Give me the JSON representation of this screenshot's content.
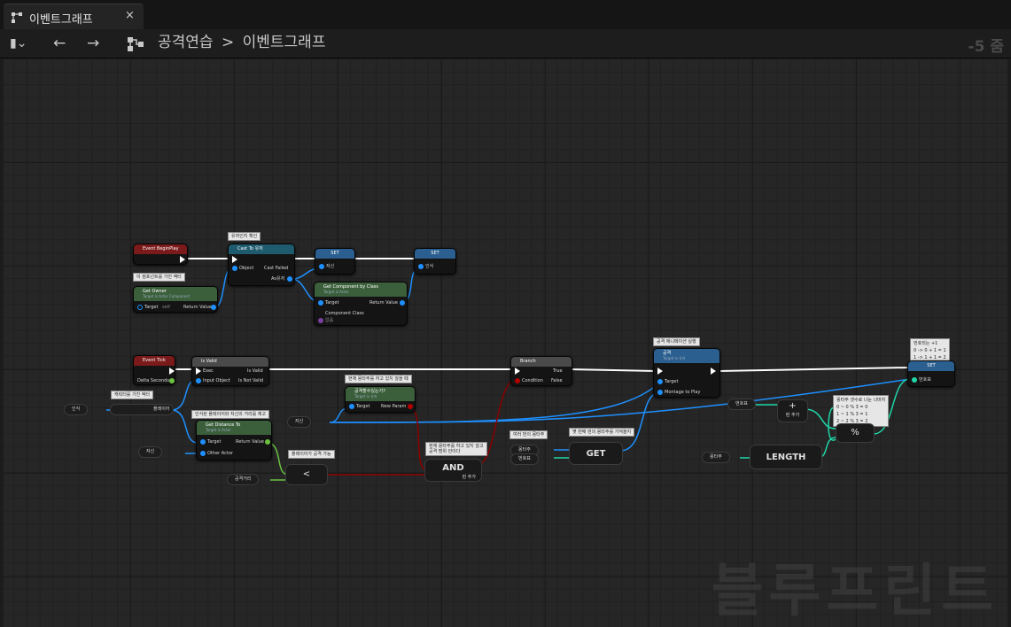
{
  "tab": {
    "title": "이벤트그래프",
    "close": "×"
  },
  "toolbar": {
    "bookmark": "▮⌄",
    "back": "←",
    "forward": "→"
  },
  "breadcrumb": {
    "parent": "공격연습",
    "sep": ">",
    "current": "이벤트그래프"
  },
  "zoom": "-5 줌",
  "watermark": "블루프린트",
  "colors": {
    "exec": "#ffffff",
    "object": "#1e90ff",
    "bool": "#8b0000",
    "float": "#6ac13f",
    "int": "#1fd7a8",
    "event": "#7a1a1a",
    "pure": "#3b5f3b",
    "set": "#2b5f8f"
  },
  "comments": {
    "c1": "유저인지 확인",
    "c2": "이 컴포넌트를 가진 액터",
    "c3": "현재 몽타주를 하고 있지 않을 때",
    "c4": "캐릭터를 가진 액터",
    "c5": "인식된 플레이어와 자신의 거리를 재고",
    "c6": "플레이어가 공격 가능",
    "c7": "현재 몽타주를 하고 있지 않고 공격 범위 안이다",
    "c8": "여러 번의 몽타주",
    "c9": "몇 번째 번의 몽타주를 가져올지",
    "c10": "몽타주 갯수로 나눈 나머지",
    "c10b": "0 ~ 0 % 3 = 0",
    "c10c": "1 ~ 1 % 3 = 1",
    "c10d": "2 ~ 2 % 3 = 2",
    "c11": "공격 애니메이션 실행",
    "c12": "번호되는 +1",
    "c12b": "0 -> 0 + 1 = 1",
    "c12c": "1 -> 1 + 1 = 2"
  },
  "nodes": {
    "begin": {
      "title": "Event BeginPlay"
    },
    "cast": {
      "title": "Cast To 유저",
      "obj": "Object",
      "failed": "Cast Failed",
      "as": "As유저"
    },
    "set1": {
      "title": "SET",
      "pin": "자신"
    },
    "set2": {
      "title": "SET",
      "pin": "인식"
    },
    "owner": {
      "title": "Get Owner",
      "sub": "Target is Actor Component",
      "target": "Target",
      "self": "self",
      "ret": "Return Value"
    },
    "getcomp": {
      "title": "Get Component by Class",
      "sub": "Target is Actor",
      "target": "Target",
      "ret": "Return Value",
      "cls": "Component Class",
      "sel": "없음"
    },
    "tick": {
      "title": "Event Tick",
      "delta": "Delta Seconds"
    },
    "isvalid": {
      "title": "Is Valid",
      "exec": "Exec",
      "isvalid": "Is Valid",
      "input": "Input Object",
      "notvalid": "Is Not Valid"
    },
    "isplaying": {
      "title": "공격할수있는가?",
      "sub": "Target is 유저",
      "target": "Target",
      "param": "New Param"
    },
    "branch": {
      "title": "Branch",
      "cond": "Condition",
      "t": "True",
      "f": "False"
    },
    "attack": {
      "title": "공격",
      "sub": "Target is 유저",
      "target": "Target",
      "montage": "Montage to Play"
    },
    "set3": {
      "title": "SET",
      "pin": "번호표"
    },
    "dist": {
      "title": "Get Distance To",
      "sub": "Target is Actor",
      "target": "Target",
      "ret": "Return Value",
      "other": "Other Actor"
    },
    "get": {
      "title": "GET"
    },
    "and": {
      "title": "AND",
      "add": "핀 추가"
    },
    "length": {
      "title": "LENGTH"
    },
    "plus": {
      "title": "+",
      "add": "핀 추가"
    },
    "mod": {
      "title": "%"
    },
    "less": {
      "title": "<"
    }
  },
  "vars": {
    "v_recognize": "인식",
    "v_player": "플레이어",
    "v_self1": "자신",
    "v_self2": "자신",
    "v_range": "공격거리",
    "v_montage": "몽타주",
    "v_num1": "번호표",
    "v_num2": "번호표",
    "v_montage2": "몽타주"
  }
}
